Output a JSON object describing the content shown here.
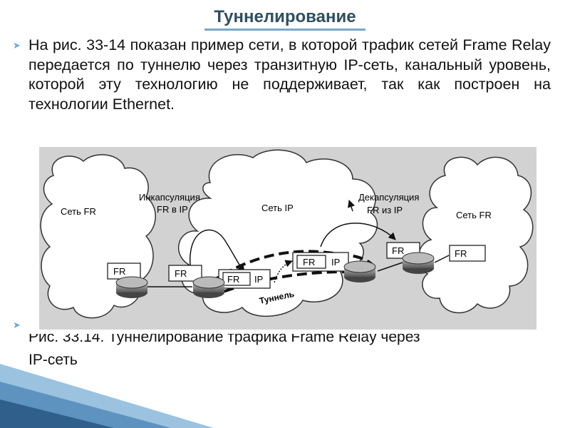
{
  "slide": {
    "title": "Туннелирование",
    "paragraph": "На рис. 33-14 показан пример сети, в которой трафик сетей Frame Relay передается по туннелю через транзитную IP-сеть, канальный уровень, которой эту технологию не поддерживает, так как построен на технологии Ethernet.",
    "caption_line1": "Рис. 33.14. Туннелирование трафика Frame Relay через",
    "caption_line2": "IP-сеть"
  },
  "diagram": {
    "left_cloud": "Сеть FR",
    "middle_cloud": "Сеть IP",
    "right_cloud": "Сеть FR",
    "encap_line1": "Инкапсуляция",
    "encap_line2": "FR в IP",
    "decap_line1": "Декапсуляция",
    "decap_line2": "FR из IP",
    "tunnel": "Туннель",
    "frame_fr": "FR",
    "frame_ip": "IP"
  },
  "colors": {
    "title": "#2f4f5f",
    "accent": "#7aa7c7",
    "bullet": "#6fa8d6"
  }
}
